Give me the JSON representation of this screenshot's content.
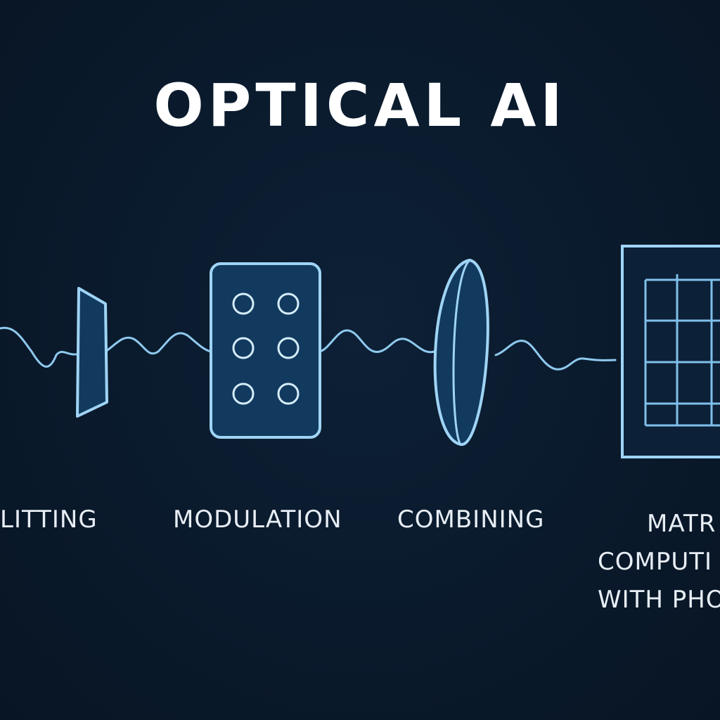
{
  "title": "OPTICAL AI",
  "stages": [
    {
      "id": "splitting",
      "label": "LITTING"
    },
    {
      "id": "modulation",
      "label": "MODULATION"
    },
    {
      "id": "combining",
      "label": "COMBINING"
    },
    {
      "id": "matrix",
      "label_lines": [
        "MATR",
        "COMPUTI",
        "WITH PHO"
      ]
    }
  ],
  "colors": {
    "background": "#0a1a2c",
    "beam": "#8fc9ee",
    "component_fill": "#123a5e",
    "component_stroke": "#9fd4f5",
    "text": "#e8eef5"
  }
}
